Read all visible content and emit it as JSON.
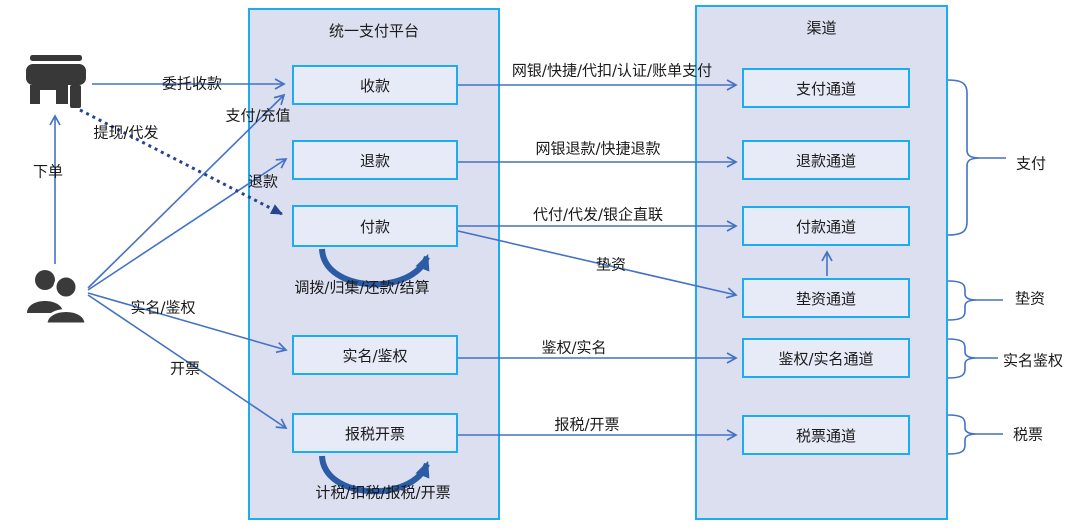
{
  "platform": {
    "title": "统一支付平台",
    "boxes": [
      {
        "label": "收款"
      },
      {
        "label": "退款"
      },
      {
        "label": "付款"
      },
      {
        "label": "实名/鉴权"
      },
      {
        "label": "报税开票"
      }
    ]
  },
  "channel": {
    "title": "渠道",
    "boxes": [
      {
        "label": "支付通道"
      },
      {
        "label": "退款通道"
      },
      {
        "label": "付款通道"
      },
      {
        "label": "垫资通道"
      },
      {
        "label": "鉴权/实名通道"
      },
      {
        "label": "税票通道"
      }
    ]
  },
  "edges": {
    "merchant_to_collect": "委托收款",
    "pay_topup": "支付/充值",
    "withdraw_payout": "提现/代发",
    "place_order": "下单",
    "refund": "退款",
    "realname_auth": "实名/鉴权",
    "invoice": "开票",
    "collect_to_channel": "网银/快捷/代扣/认证/账单支付",
    "refund_to_channel": "网银退款/快捷退款",
    "payout_to_channel": "代付/代发/银企直联",
    "advance": "垫资",
    "auth_to_channel": "鉴权/实名",
    "tax_to_channel": "报税/开票",
    "payout_loop": "调拨/归集/还款/结算",
    "tax_loop": "计税/扣税/报税/开票"
  },
  "groups": [
    {
      "label": "支付"
    },
    {
      "label": "垫资"
    },
    {
      "label": "实名鉴权"
    },
    {
      "label": "税票"
    }
  ],
  "icons": {
    "merchant": "store-icon",
    "customer": "users-icon"
  },
  "colors": {
    "container_fill": "#dbdff0",
    "box_fill": "#e7eaf7",
    "border": "#1badef",
    "arrow": "#4472c4",
    "dotted_arrow": "#26458f",
    "loop_arrow": "#2d5ca6",
    "icon": "#383838",
    "text": "#1a1a1a"
  }
}
